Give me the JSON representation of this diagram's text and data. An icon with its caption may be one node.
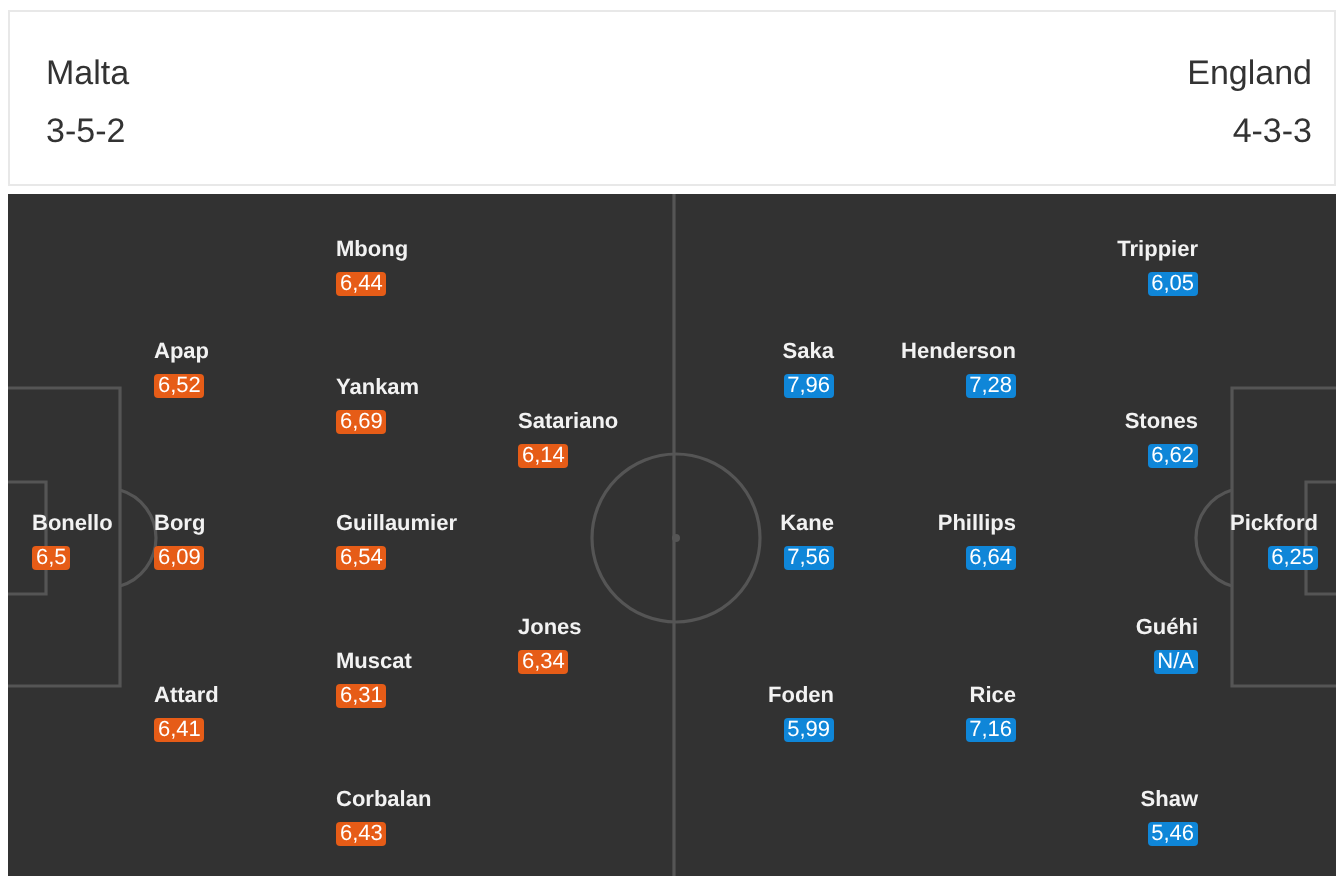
{
  "diagram": {
    "nodes": [
      {
        "text": [
          "Malta",
          "England",
          "3-5-2",
          "4-3-3"
        ]
      },
      {
        "text": [
          "Bonello",
          "6,5"
        ]
      },
      {
        "text": [
          "Apap",
          "6,52"
        ]
      },
      {
        "text": [
          "Borg",
          "6,09"
        ]
      },
      {
        "text": [
          "Attard",
          "6,41"
        ]
      },
      {
        "text": [
          "Mbong",
          "6,44"
        ]
      },
      {
        "text": [
          "Yankam",
          "6,69"
        ]
      },
      {
        "text": [
          "Guillaumier",
          "6,54"
        ]
      },
      {
        "text": [
          "Muscat",
          "6,31"
        ]
      },
      {
        "text": [
          "Corbalan",
          "6,43"
        ]
      },
      {
        "text": [
          "Satariano",
          "6,14"
        ]
      },
      {
        "text": [
          "Jones",
          "6,34"
        ]
      },
      {
        "text": [
          "Saka",
          "7,96"
        ]
      },
      {
        "text": [
          "Kane",
          "7,56"
        ]
      },
      {
        "text": [
          "Foden",
          "5,99"
        ]
      },
      {
        "text": [
          "Henderson",
          "7,28"
        ]
      },
      {
        "text": [
          "Phillips",
          "6,64"
        ]
      },
      {
        "text": [
          "Rice",
          "7,16"
        ]
      },
      {
        "text": [
          "Trippier",
          "6,05"
        ]
      },
      {
        "text": [
          "Stones",
          "6,62"
        ]
      },
      {
        "text": [
          "Guéhi",
          "N/A"
        ]
      },
      {
        "text": [
          "Shaw",
          "5,46"
        ]
      },
      {
        "text": [
          "Pickford",
          "6,25"
        ]
      }
    ]
  }
}
